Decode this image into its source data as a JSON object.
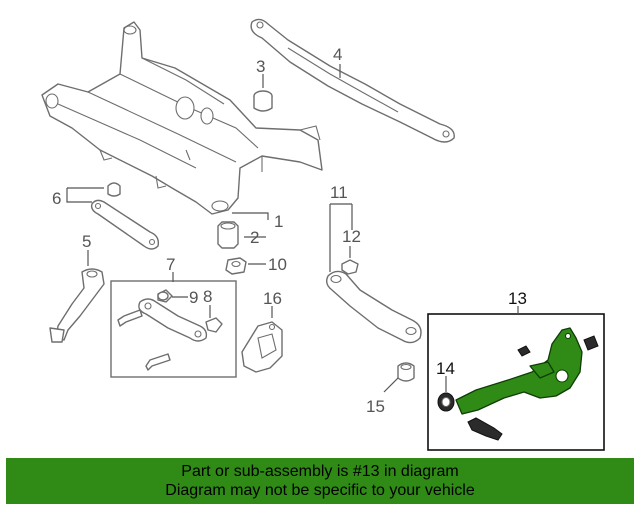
{
  "diagram": {
    "callouts": {
      "p1": "1",
      "p2": "2",
      "p3": "3",
      "p4": "4",
      "p5": "5",
      "p6": "6",
      "p7": "7",
      "p8": "8",
      "p9": "9",
      "p10": "10",
      "p11": "11",
      "p12": "12",
      "p13": "13",
      "p14": "14",
      "p15": "15",
      "p16": "16"
    },
    "highlighted_part": "13",
    "highlight_color": "#2f8a16"
  },
  "banner": {
    "line1": "Part or sub-assembly is #13 in diagram",
    "line2": "Diagram may not be specific to your vehicle",
    "color": "#2f8a16"
  }
}
